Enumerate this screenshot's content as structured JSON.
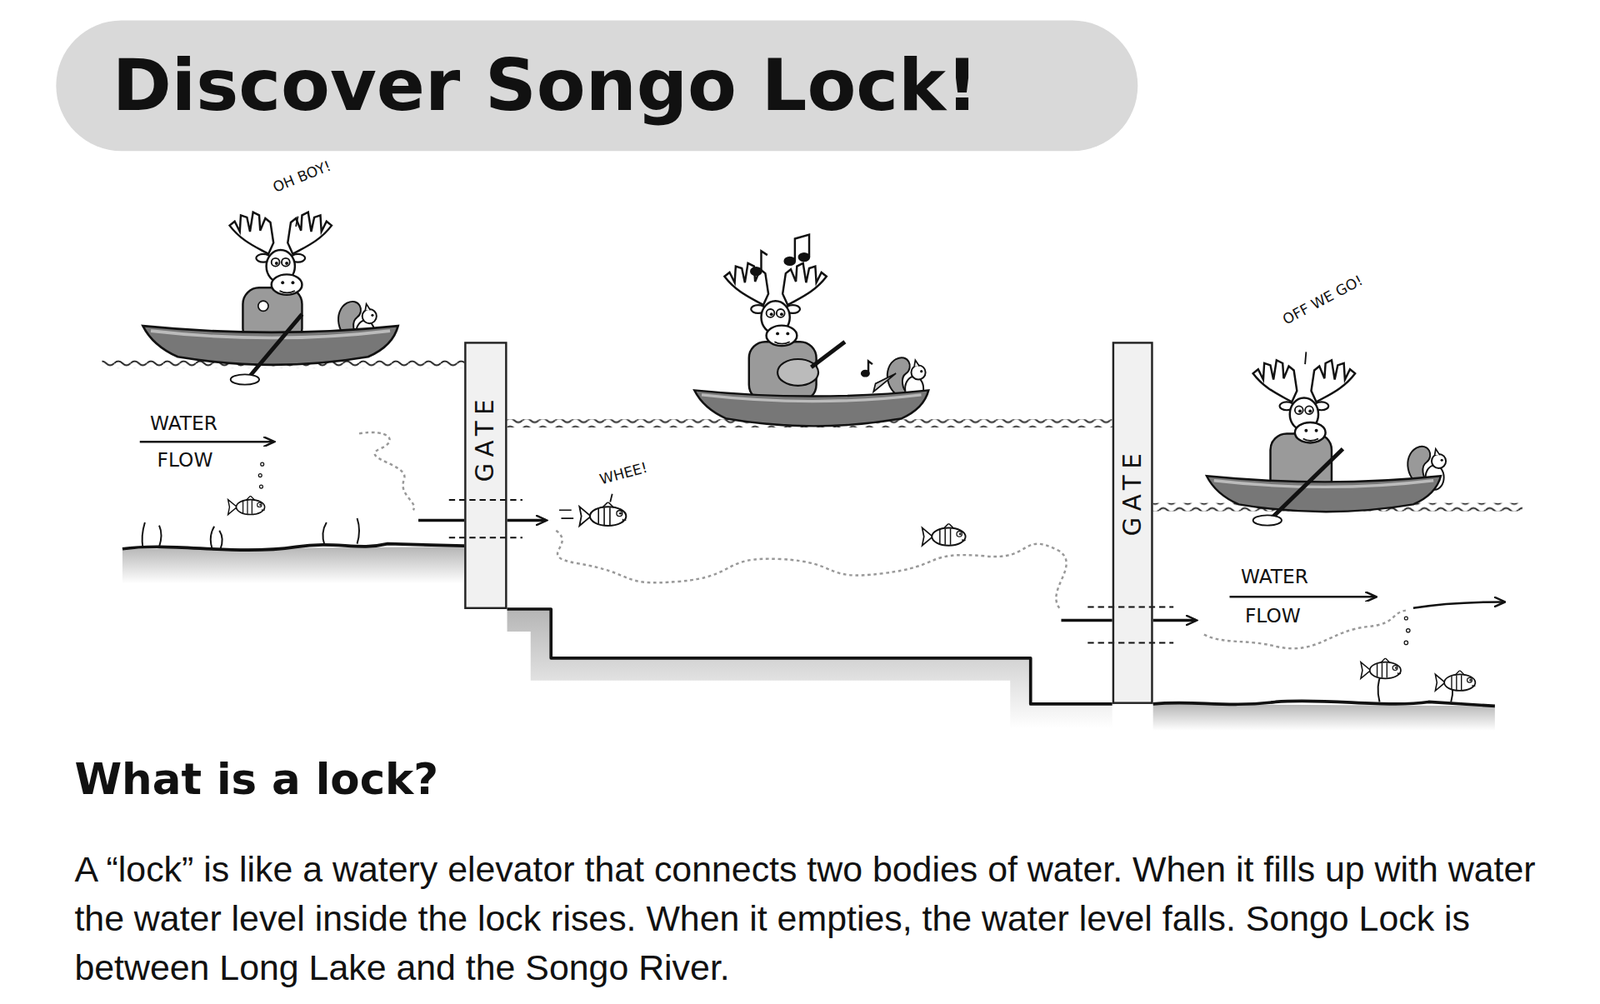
{
  "diagram": {
    "title": "Discover Songo Lock!",
    "nodes": [
      {
        "text": [
          "GATE"
        ]
      },
      {
        "text": [
          "GATE"
        ]
      }
    ],
    "labels": [
      "OH BOY!",
      "WATER",
      "FLOW",
      "WHEE!",
      "OFF WE GO!",
      "WATER",
      "FLOW",
      "What is a lock?",
      "A “lock” is like a watery elevator that connects two bodies of water. When it fills up with water the water level inside the lock rises. When it empties, the water level falls. Songo Lock is between Long Lake and the Songo River."
    ]
  }
}
